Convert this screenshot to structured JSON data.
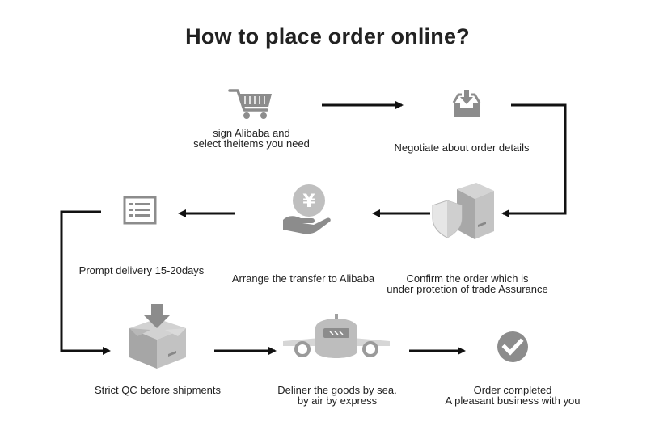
{
  "title": "How to place order online?",
  "steps": [
    {
      "line1": "sign Alibaba and",
      "line2": "select theitems you need",
      "icon": "shopping-cart-icon"
    },
    {
      "line1": "Negotiate about order details",
      "icon": "inbox-download-icon"
    },
    {
      "line1": "Confirm the order which is",
      "line2": "under protetion of trade Assurance",
      "icon": "shield-box-icon"
    },
    {
      "line1": "Arrange the transfer to Alibaba",
      "icon": "yen-hand-icon"
    },
    {
      "line1": "Prompt delivery 15-20days",
      "icon": "list-document-icon"
    },
    {
      "line1": "Strict QC before shipments",
      "icon": "box-arrow-icon"
    },
    {
      "line1": "Deliner the goods by sea.",
      "line2": "by air by express",
      "icon": "airplane-icon"
    },
    {
      "line1": "Order completed",
      "line2": "A pleasant business with you",
      "icon": "check-circle-icon"
    }
  ],
  "icons": {
    "yen_symbol": "¥"
  },
  "colors": {
    "arrow": "#111111",
    "icon": "#8c8c8c",
    "icon_light": "#c8c8c8"
  }
}
